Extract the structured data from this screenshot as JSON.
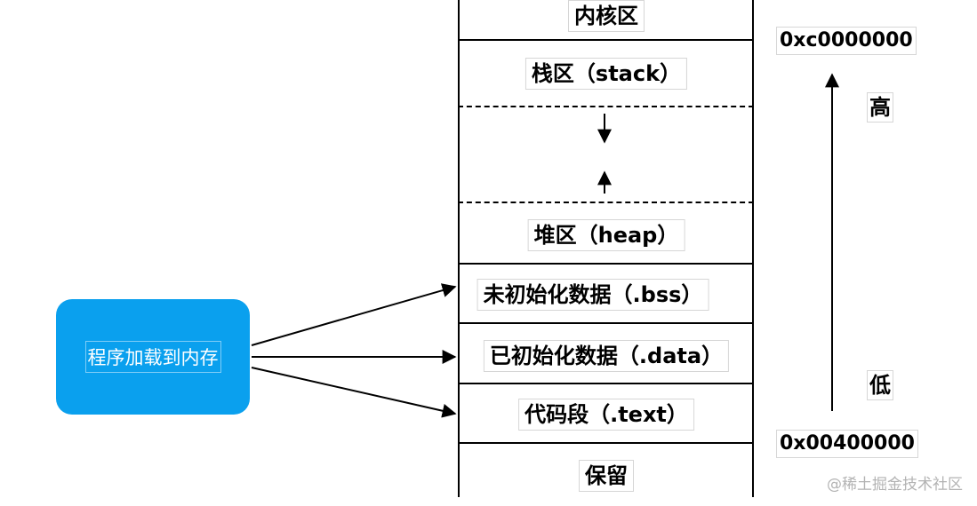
{
  "memory": {
    "segments": {
      "kernel": "内核区",
      "stack": "栈区（stack）",
      "heap": "堆区（heap）",
      "bss": "未初始化数据（.bss）",
      "data": "已初始化数据（.data）",
      "text": "代码段（.text）",
      "reserved": "保留"
    }
  },
  "addresses": {
    "high": "0xc0000000",
    "low": "0x00400000"
  },
  "direction": {
    "high": "高",
    "low": "低"
  },
  "loader": {
    "label": "程序加载到内存"
  },
  "watermark": "@稀土掘金技术社区"
}
